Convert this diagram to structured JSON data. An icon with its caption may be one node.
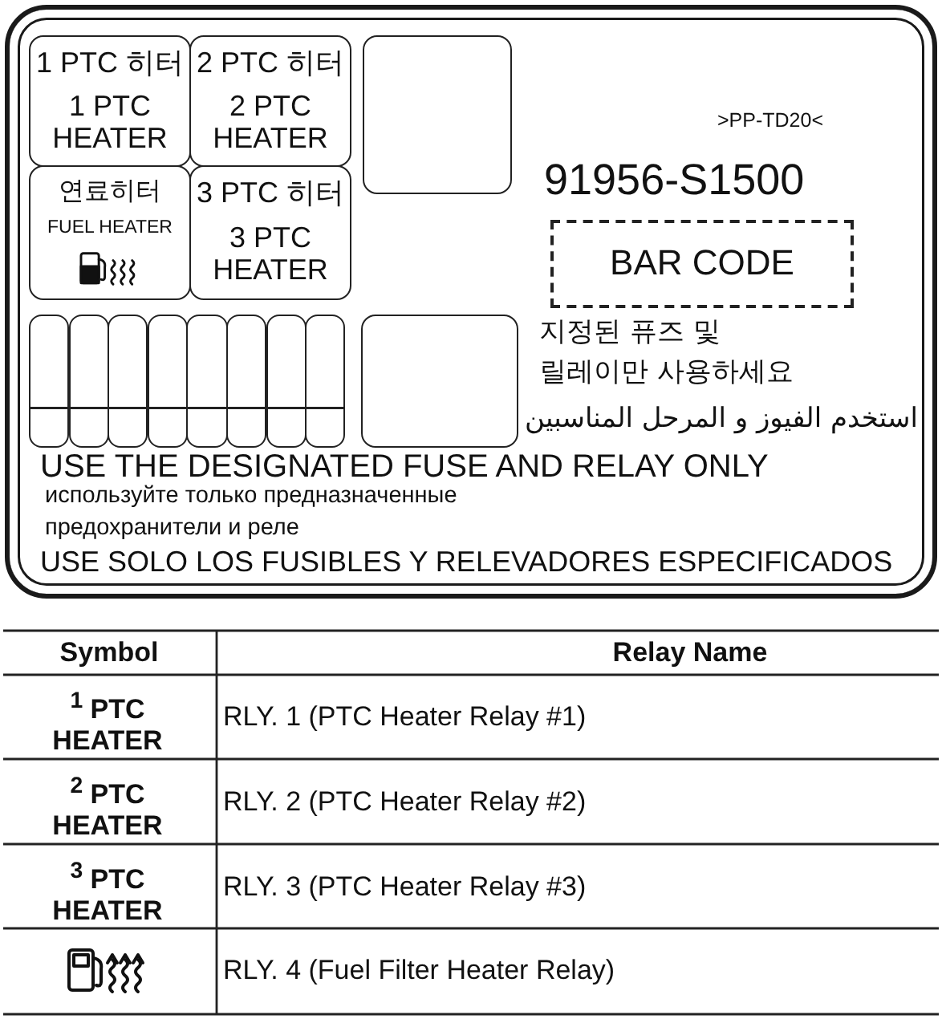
{
  "diagram": {
    "nodes": [
      {
        "text": [
          ">PP-TD20<",
          "91956-S1500",
          "지정된 퓨즈 및 릴레이만 사용하세요",
          "استخدم الفيوز و المرحل المناسبين",
          "USE THE DESIGNATED FUSE AND RELAY ONLY",
          "используйте только предназначенные предохранители и реле",
          "USE SOLO LOS FUSIBLES Y RELEVADORES ESPECIFICADOS"
        ]
      },
      {
        "text": [
          "1 PTC 히터",
          "1 PTC HEATER"
        ],
        "in": 0
      },
      {
        "text": [
          "2 PTC 히터",
          "2 PTC HEATER"
        ],
        "in": 0
      },
      {
        "text": [],
        "shape": "box",
        "in": 0
      },
      {
        "text": [
          "연료히터",
          "FUEL HEATER"
        ],
        "in": 0
      },
      {
        "text": [
          "3 PTC 히터",
          "3 PTC HEATER"
        ],
        "in": 0
      },
      {
        "text": [
          "BAR CODE"
        ],
        "in": 0
      },
      {
        "text": [],
        "shape": "box",
        "in": 0
      },
      {
        "text": [],
        "shape": "box",
        "in": 0
      },
      {
        "text": [],
        "shape": "box",
        "in": 0
      },
      {
        "text": [],
        "shape": "box",
        "in": 0
      },
      {
        "text": [],
        "shape": "box",
        "in": 0
      },
      {
        "text": [],
        "shape": "box",
        "in": 0
      },
      {
        "text": [],
        "shape": "box",
        "in": 0
      },
      {
        "text": [],
        "shape": "box",
        "in": 0
      },
      {
        "text": [],
        "shape": "box",
        "in": 0
      }
    ],
    "labels": [
      "Symbol",
      "Relay Name",
      "$^{1}$ PTC HEATER",
      "RLY. 1 (PTC Heater Relay #1)",
      "$^{2}$ PTC HEATER",
      "RLY. 2 (PTC Heater Relay #2)",
      "$^{3}$ PTC HEATER",
      "RLY. 3 (PTC Heater Relay #3)",
      "RLY. 4 (Fuel Filter Heater Relay)"
    ]
  }
}
